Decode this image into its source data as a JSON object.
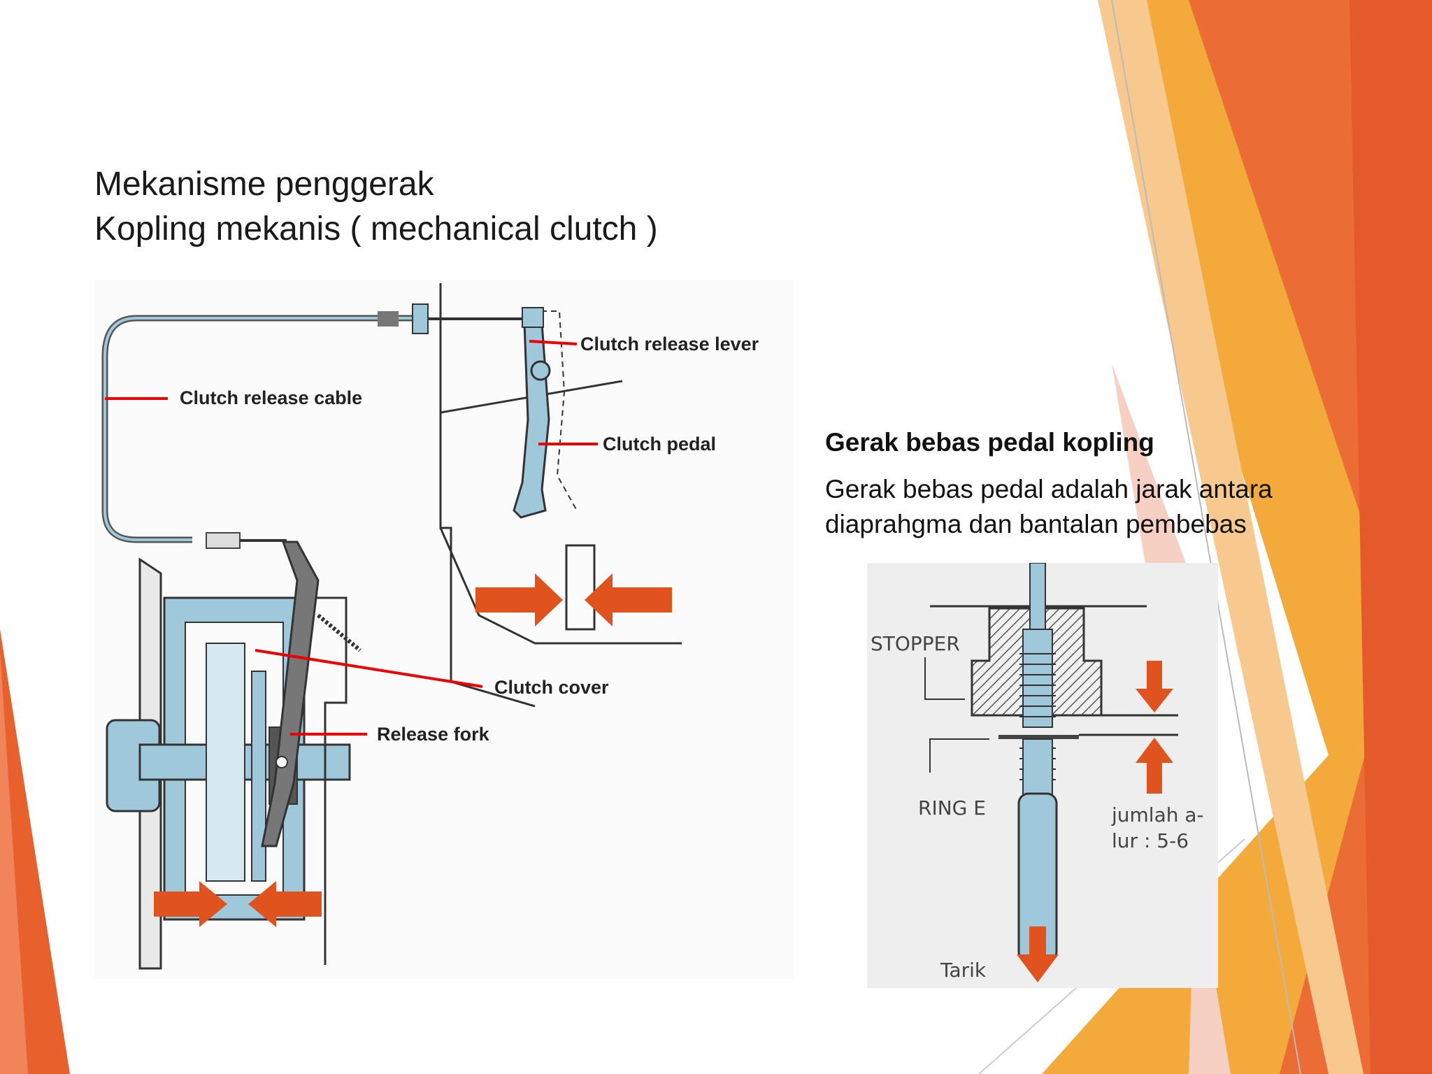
{
  "slide": {
    "title_line1": "Mekanisme penggerak",
    "title_line2": "Kopling mekanis ( mechanical clutch )"
  },
  "diagram": {
    "labels": {
      "release_lever": "Clutch release lever",
      "release_cable": "Clutch release cable",
      "pedal": "Clutch pedal",
      "cover": "Clutch cover",
      "fork": "Release fork"
    }
  },
  "side": {
    "heading": "Gerak bebas pedal kopling",
    "body_line1": "Gerak bebas pedal adalah jarak antara",
    "body_line2": "diaprahgma dan bantalan pembebas"
  },
  "detail": {
    "stopper": "STOPPER",
    "ring": "RING E",
    "count_line1": "jumlah a-",
    "count_line2": "lur : 5-6",
    "pull": "Tarik"
  },
  "colors": {
    "accent_orange": "#E8602C",
    "accent_amber": "#F4A93B",
    "part_blue": "#9FC8DA",
    "arrow_orange": "#E0531F"
  }
}
